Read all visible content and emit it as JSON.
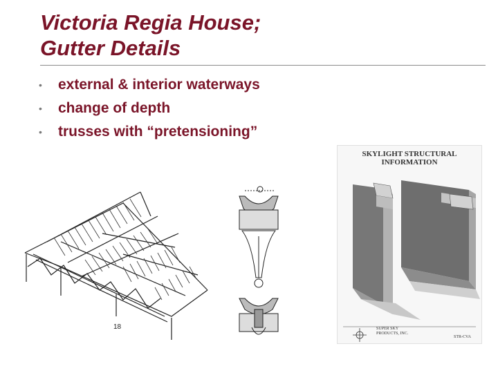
{
  "title": {
    "line1": "Victoria Regia House;",
    "line2": "Gutter Details"
  },
  "bullets": [
    "external & interior waterways",
    "change of depth",
    "trusses with “pretensioning”"
  ],
  "figures": {
    "left_caption": "18",
    "skylight": {
      "title_line1": "SKYLIGHT STRUCTURAL",
      "title_line2": "INFORMATION",
      "company_line1": "SUPER SKY",
      "company_line2": "PRODUCTS, INC.",
      "code": "STR-CVA"
    }
  },
  "colors": {
    "title": "#7a1428",
    "bullet_marker": "#7a7a7a"
  }
}
